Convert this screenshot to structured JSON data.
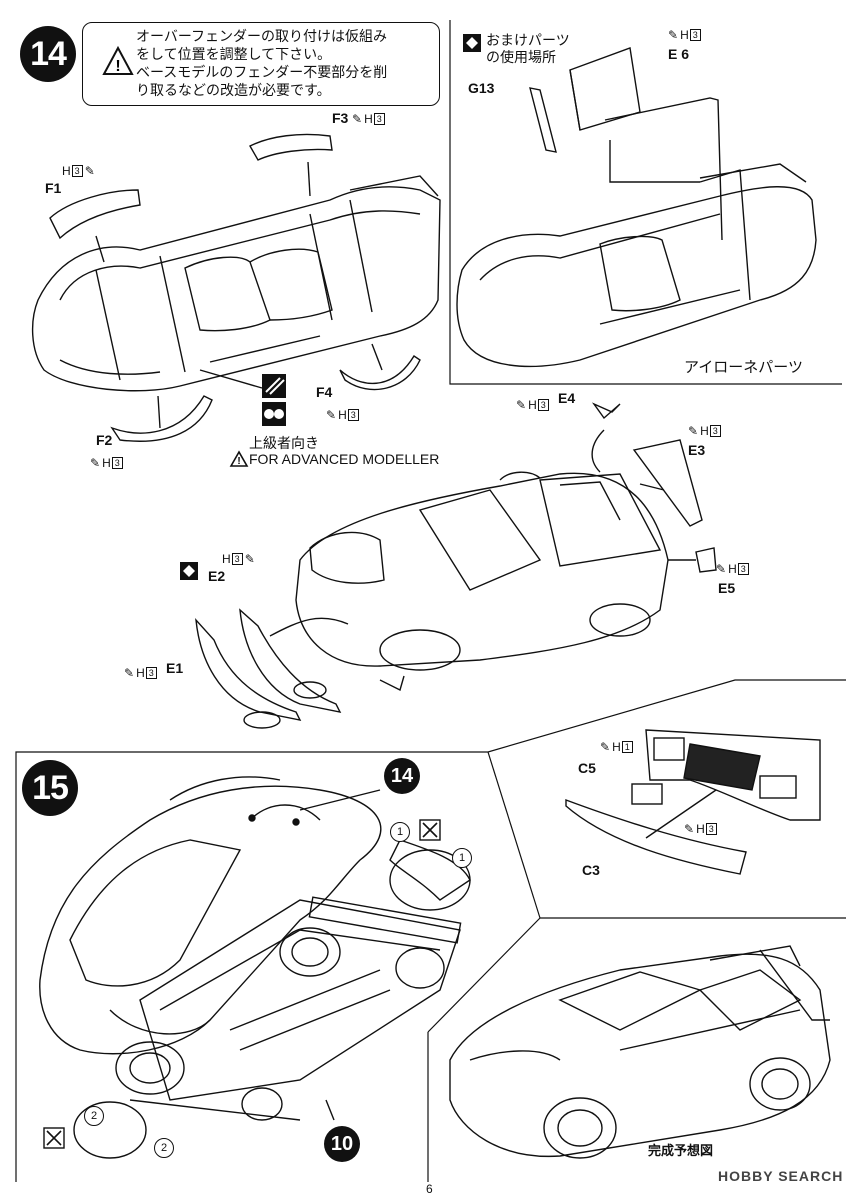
{
  "step14": {
    "number": "14",
    "note_lines": [
      "オーバーフェンダーの取り付けは仮組み",
      "をして位置を調整して下さい。",
      "ベースモデルのフェンダー不要部分を削",
      "り取るなどの改造が必要です。"
    ],
    "bonus_parts_lines": [
      "おまけパーツ",
      "の使用場所"
    ],
    "irony_label": "アイローネパーツ",
    "advanced_jp": "上級者向き",
    "advanced_en": "FOR ADVANCED MODELLER",
    "paint_code": "H",
    "paint_num": "3",
    "parts": {
      "F1": "F1",
      "F2": "F2",
      "F3": "F3",
      "F4": "F4",
      "E1": "E1",
      "E2": "E2",
      "E3": "E3",
      "E4": "E4",
      "E5": "E5",
      "E6": "E 6",
      "G13": "G13"
    }
  },
  "step15": {
    "number": "15",
    "ref_step": "14",
    "ref_step2": "10",
    "circle1": "1",
    "circle2": "2",
    "parts": {
      "C3": "C3",
      "C5": "C5"
    },
    "paint_num_h1": "1",
    "paint_num_h3": "3",
    "completed_label": "完成予想図"
  },
  "footer": {
    "page_number": "6",
    "watermark": "HOBBY SEARCH"
  }
}
